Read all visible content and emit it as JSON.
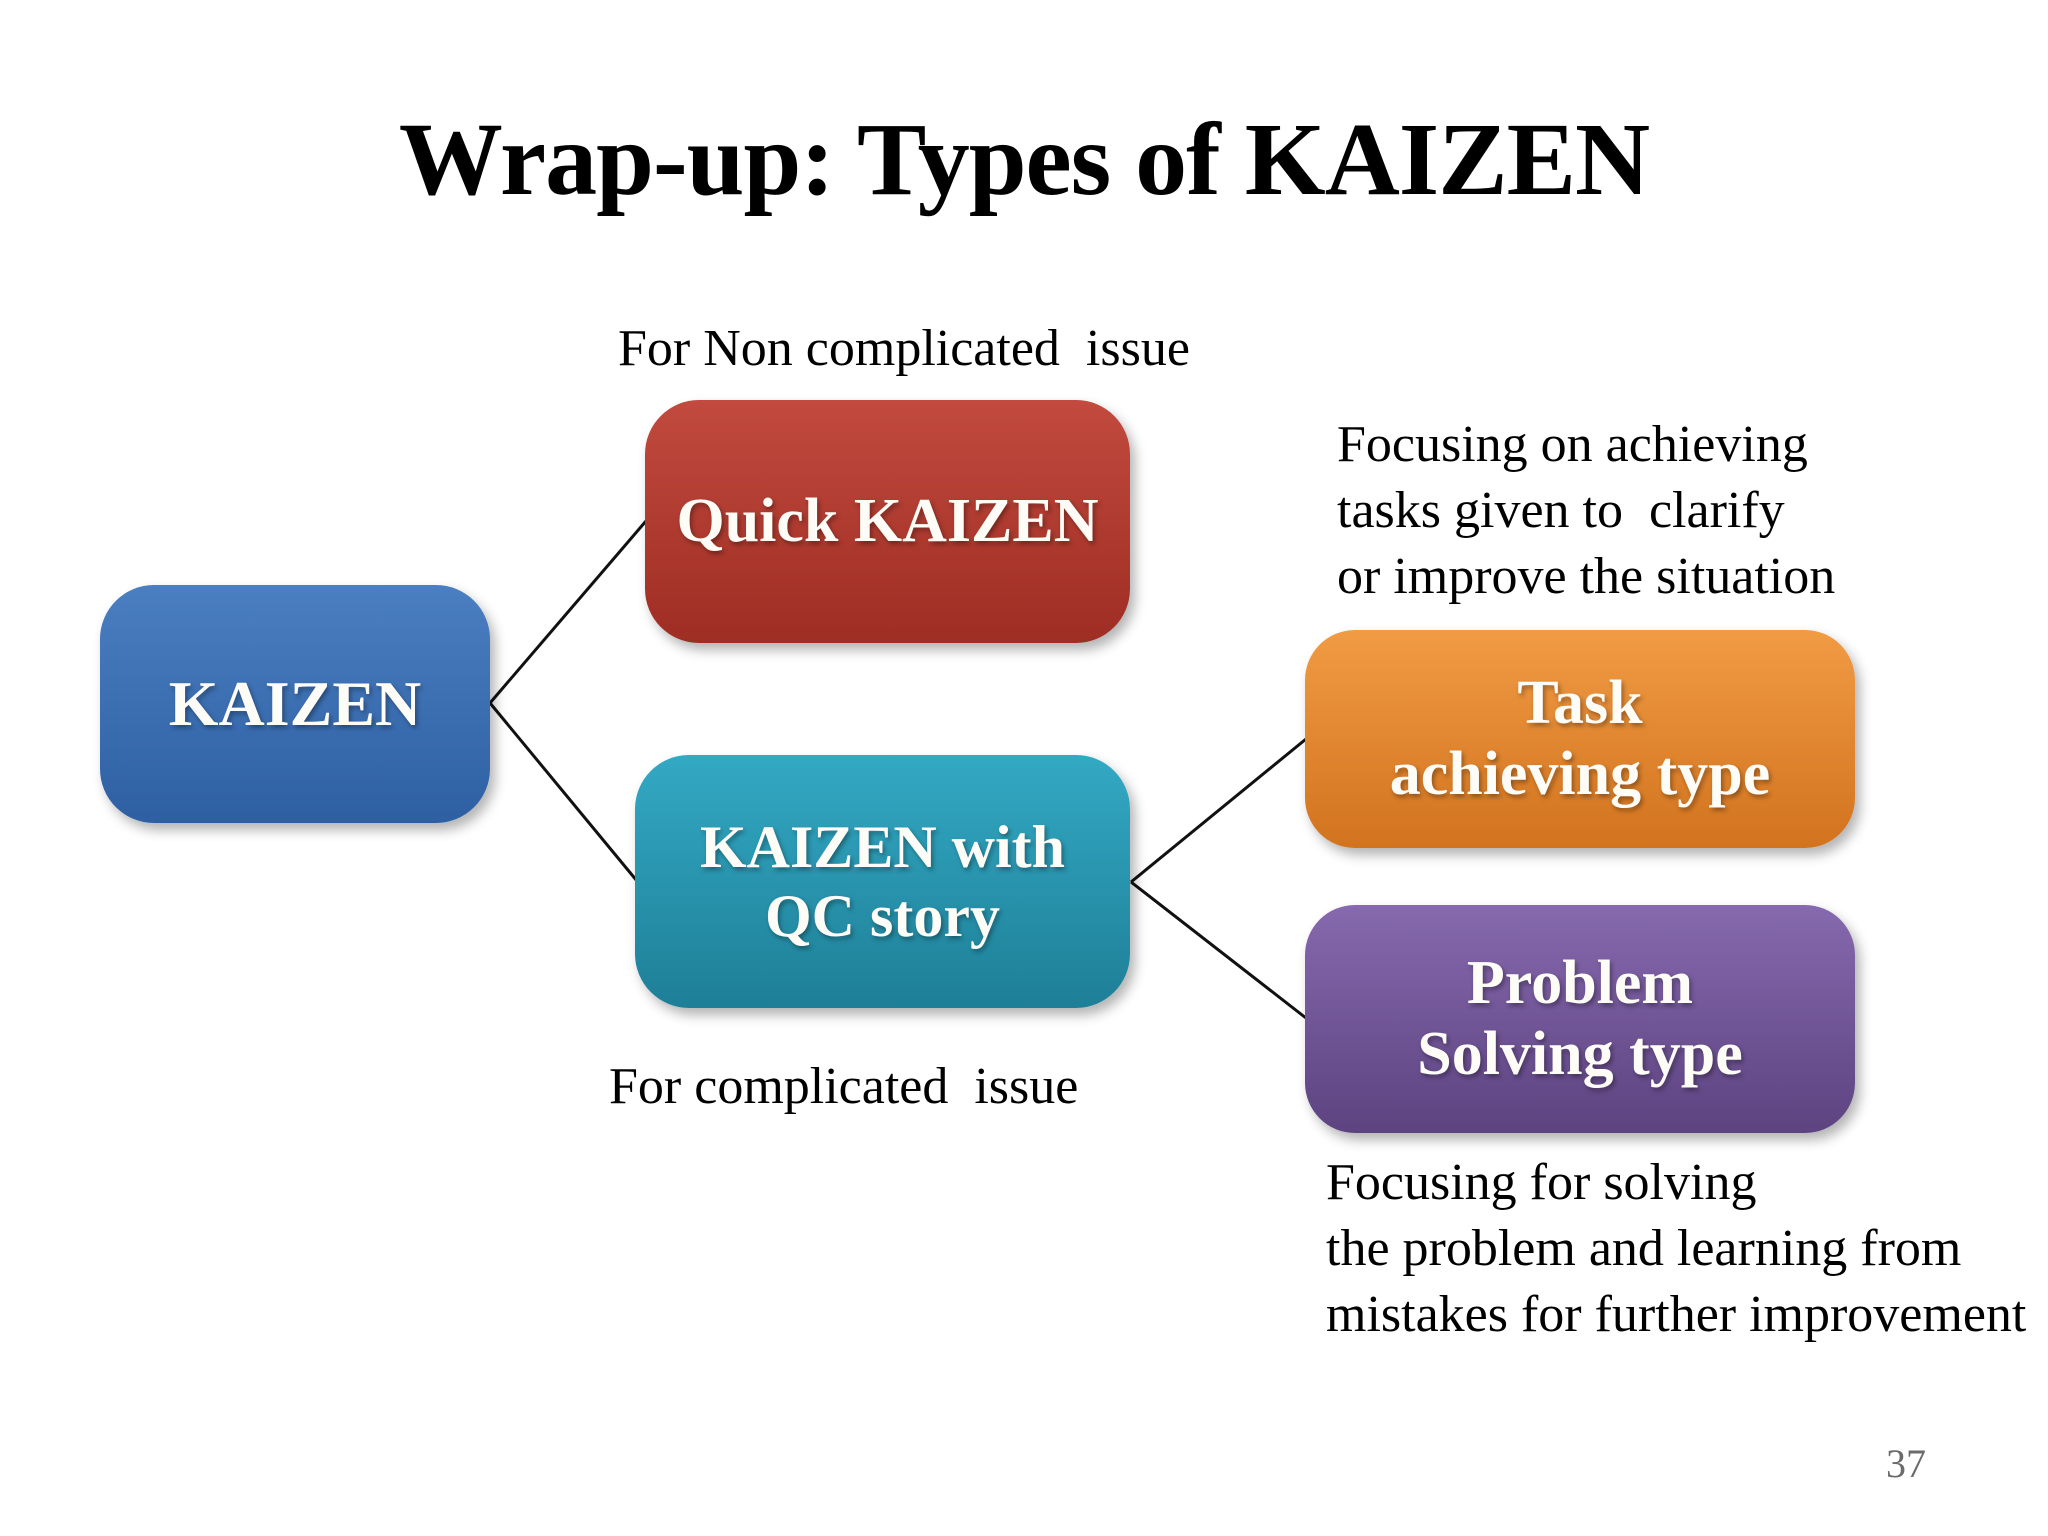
{
  "slide": {
    "title": "Wrap-up: Types of KAIZEN",
    "page_number": "37",
    "background_color": "#ffffff",
    "text_color": "#000000"
  },
  "nodes": {
    "kaizen": {
      "label": "KAIZEN",
      "color_top": "#4a7fc1",
      "color_bottom": "#2e5fa3"
    },
    "quick_kaizen": {
      "label": "Quick KAIZEN",
      "color_top": "#c24a3e",
      "color_bottom": "#9e2d23"
    },
    "kaizen_qc_story": {
      "label": "KAIZEN with\nQC story",
      "color_top": "#33a9c4",
      "color_bottom": "#1e7f97"
    },
    "task_achieving": {
      "label": "Task\nachieving type",
      "color_top": "#f19b44",
      "color_bottom": "#d2731e"
    },
    "problem_solving": {
      "label": "Problem\nSolving type",
      "color_top": "#8669ae",
      "color_bottom": "#5d4380"
    }
  },
  "annotations": {
    "quick_note": "For Non complicated  issue",
    "qc_note": "For complicated  issue",
    "task_note": "Focusing on achieving\ntasks given to  clarify\nor improve the situation",
    "problem_note": "Focusing for solving\nthe problem and learning from\nmistakes for further improvement"
  },
  "connector_color": "#111111",
  "label_text_color": "#fdfcf7"
}
